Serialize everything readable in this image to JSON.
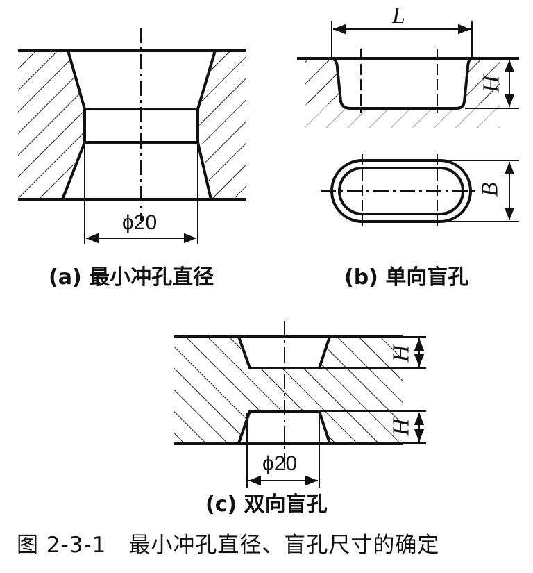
{
  "diagram_a": {
    "caption": "(a) 最小冲孔直径",
    "dimension": "ϕ20"
  },
  "diagram_b": {
    "caption": "(b) 单向盲孔",
    "dim_length": "L",
    "dim_height": "H",
    "dim_width": "B"
  },
  "diagram_c": {
    "caption": "(c) 双向盲孔",
    "dim_height_top": "H",
    "dim_height_bottom": "H",
    "dimension": "ϕ20"
  },
  "figure_title": "图 2-3-1　最小冲孔直径、盲孔尺寸的确定"
}
